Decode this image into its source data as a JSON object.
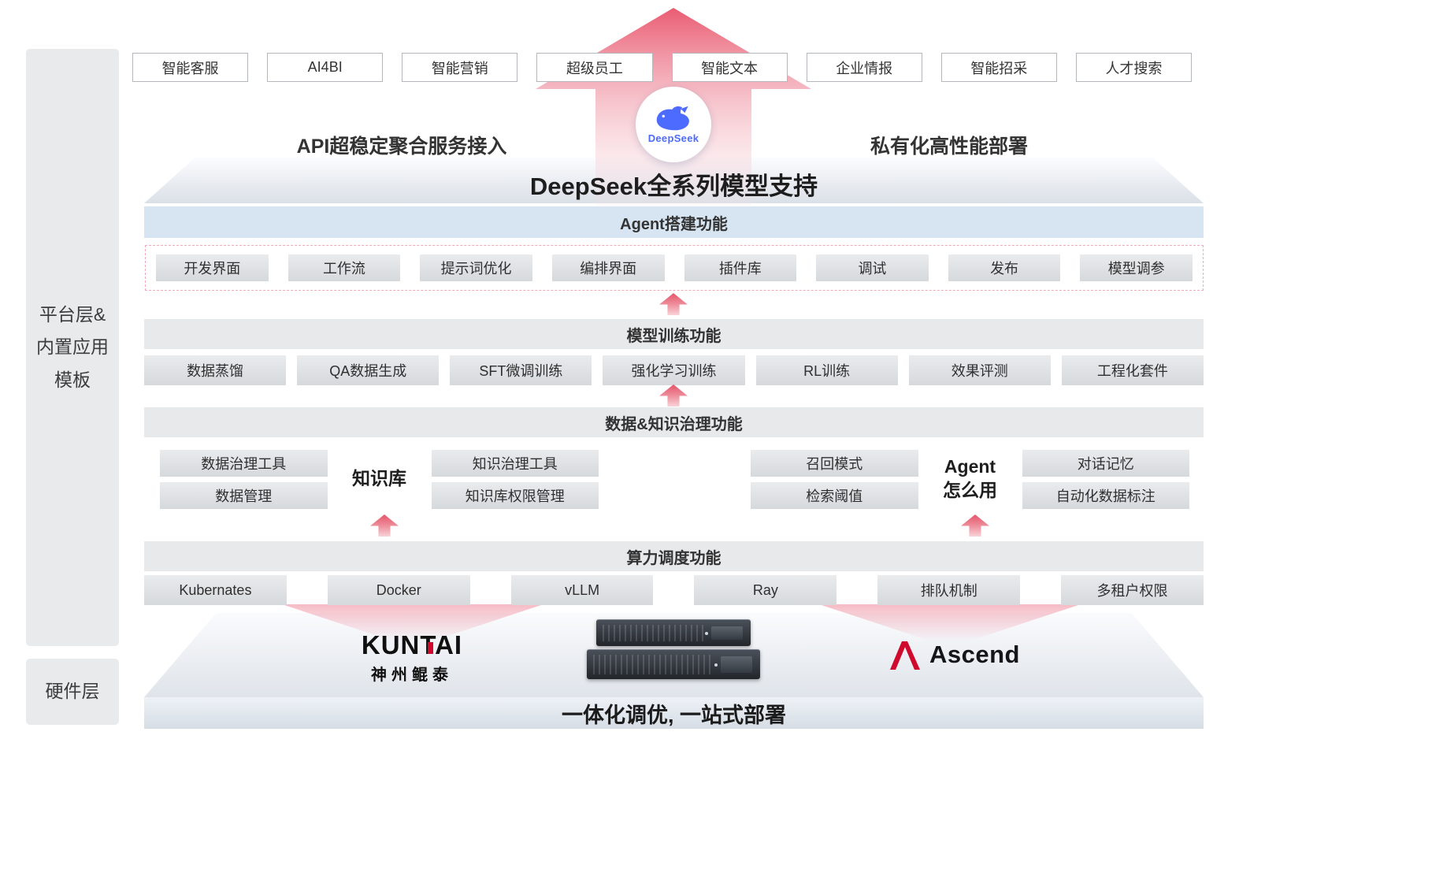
{
  "colors": {
    "accent_pink": "#e8536a",
    "deepseek_blue": "#4d6bfe",
    "ascend_red": "#cf0a2c",
    "bar_blue": "#d7e5f2",
    "bar_gray": "#e8e9eb",
    "box_gray": "#dde0e3"
  },
  "sidebar": {
    "platform_label": "平台层&\n内置应用\n模板",
    "hardware_label": "硬件层"
  },
  "top_apps": [
    "智能客服",
    "AI4BI",
    "智能营销",
    "超级员工",
    "智能文本",
    "企业情报",
    "智能招采",
    "人才搜索"
  ],
  "header": {
    "left_caption": "API超稳定聚合服务接入",
    "right_caption": "私有化高性能部署",
    "logo_text": "DeepSeek",
    "platform_title": "DeepSeek全系列模型支持"
  },
  "sections": {
    "agent": {
      "bar_label": "Agent搭建功能",
      "items": [
        "开发界面",
        "工作流",
        "提示词优化",
        "编排界面",
        "插件库",
        "调试",
        "发布",
        "模型调参"
      ]
    },
    "training": {
      "bar_label": "模型训练功能",
      "items": [
        "数据蒸馏",
        "QA数据生成",
        "SFT微调训练",
        "强化学习训练",
        "RL训练",
        "效果评测",
        "工程化套件"
      ]
    },
    "data": {
      "bar_label": "数据&知识治理功能",
      "knowledge_group": {
        "title": "知识库",
        "top_left": "数据治理工具",
        "top_right": "知识治理工具",
        "bottom_left": "数据管理",
        "bottom_right": "知识库权限管理"
      },
      "agent_group": {
        "title": "Agent\n怎么用",
        "top_left": "召回模式",
        "top_right": "对话记忆",
        "bottom_left": "检索阈值",
        "bottom_right": "自动化数据标注"
      }
    },
    "compute": {
      "bar_label": "算力调度功能",
      "items": [
        "Kubernates",
        "Docker",
        "vLLM",
        "Ray",
        "排队机制",
        "多租户权限"
      ]
    }
  },
  "hardware": {
    "kuntai_label": "KUNTAI",
    "kuntai_sub": "神州鲲泰",
    "ascend_label": "Ascend",
    "bottom_caption": "一体化调优, 一站式部署"
  }
}
